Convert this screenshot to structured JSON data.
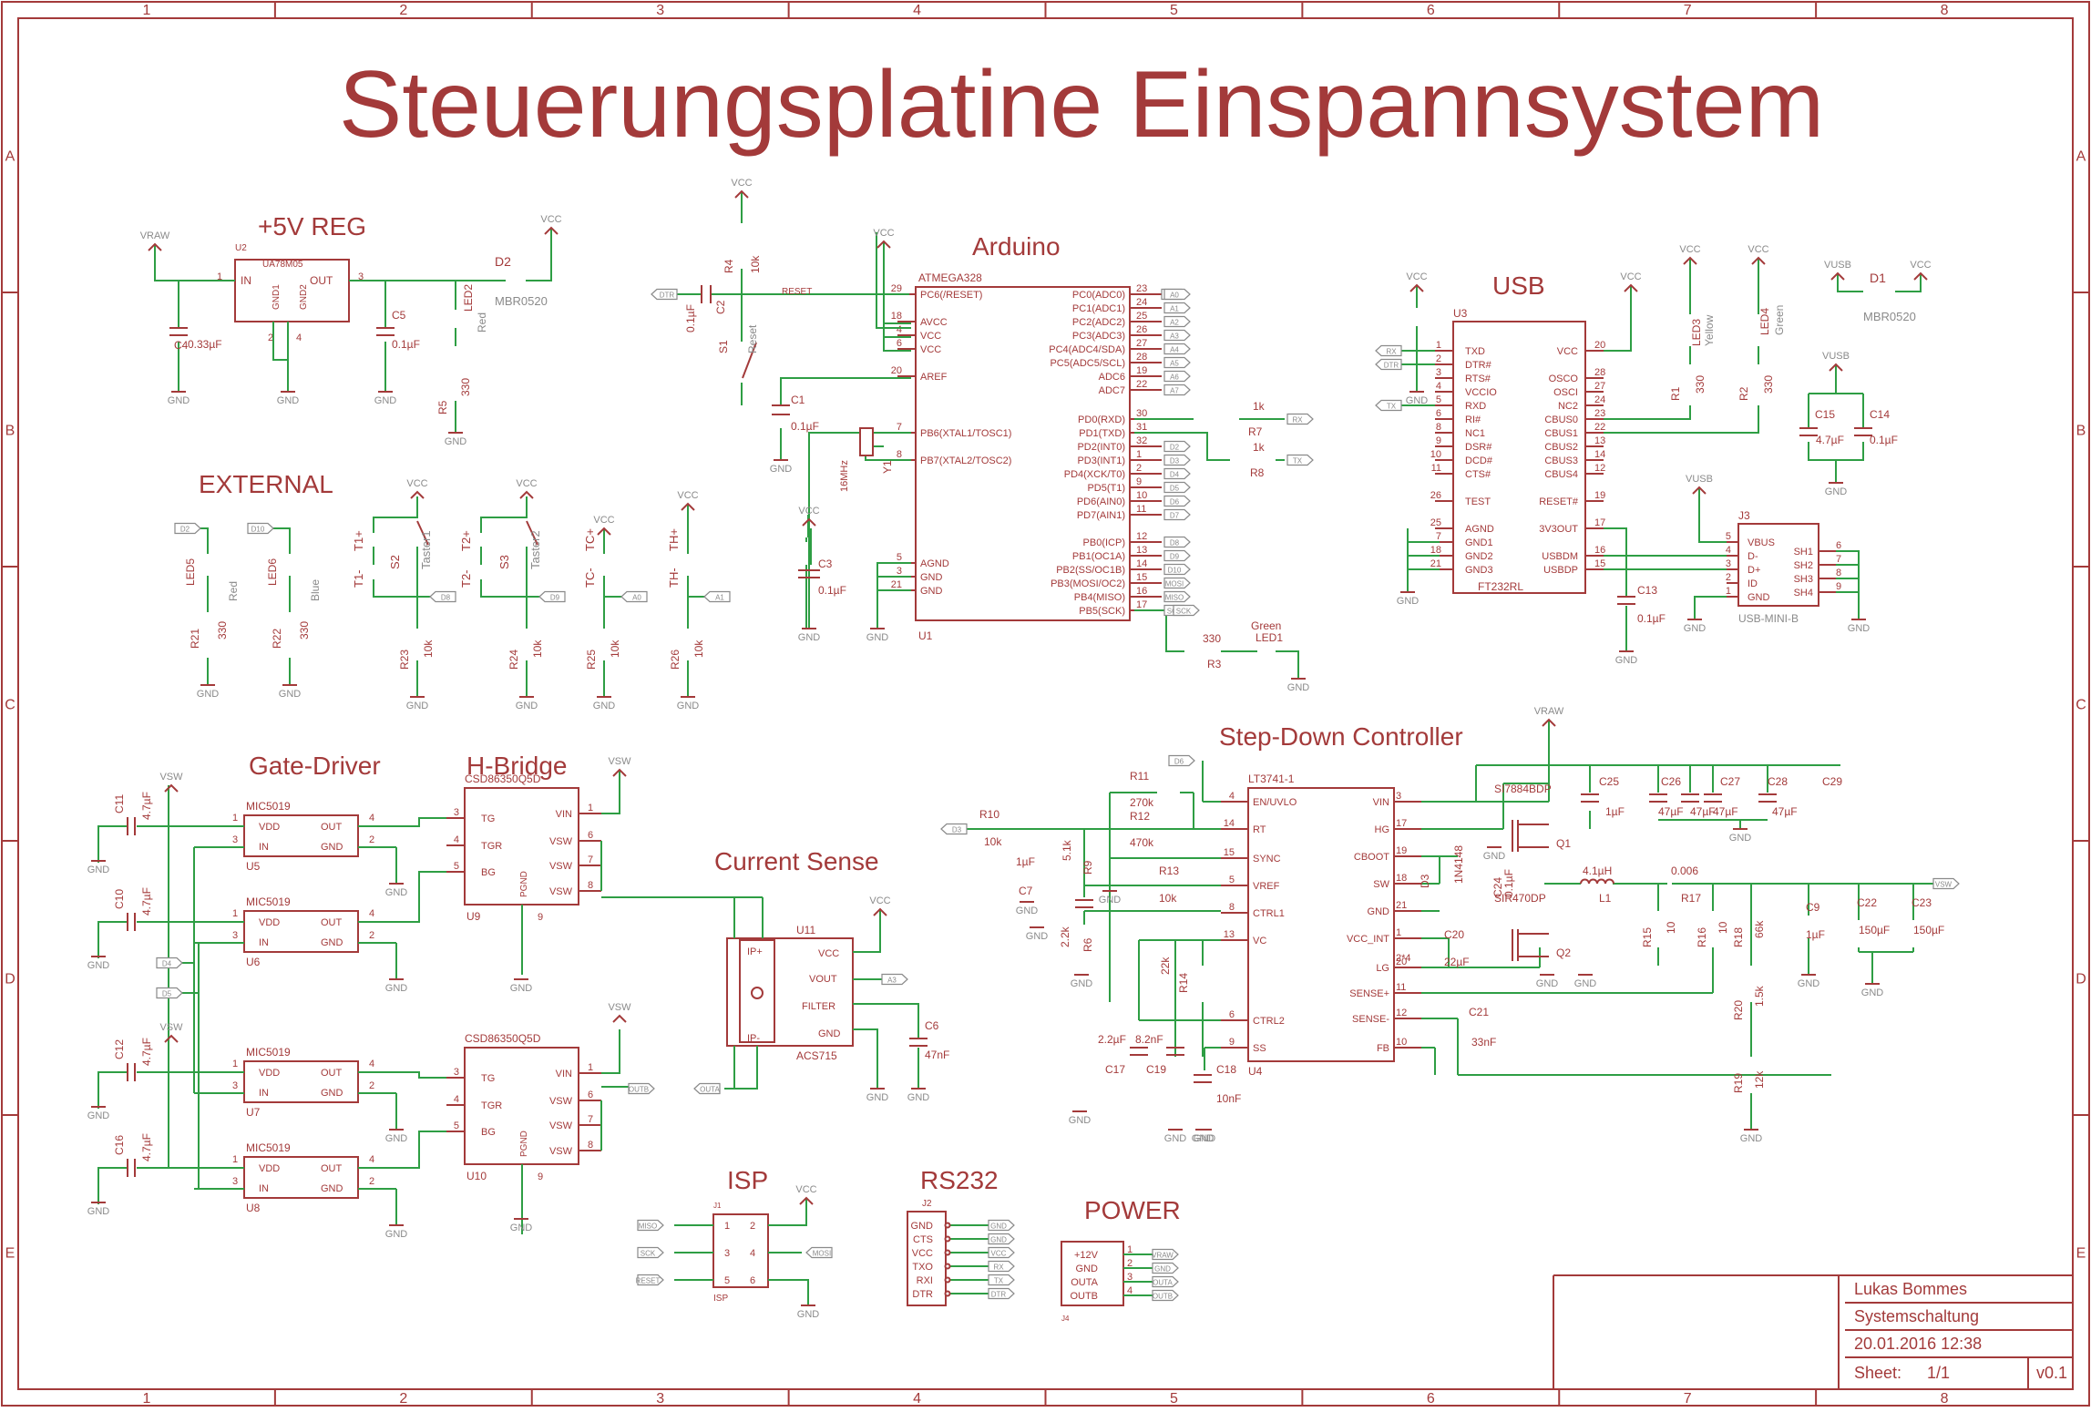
{
  "title": "Steuerungsplatine Einspannsystem",
  "frame": {
    "cols": [
      "1",
      "2",
      "3",
      "4",
      "5",
      "6",
      "7",
      "8"
    ],
    "rows": [
      "A",
      "B",
      "C",
      "D",
      "E"
    ]
  },
  "sections": {
    "reg": "+5V REG",
    "external": "EXTERNAL",
    "arduino": "Arduino",
    "usb": "USB",
    "gate": "Gate-Driver",
    "hbridge": "H-Bridge",
    "current": "Current Sense",
    "stepdown": "Step-Down Controller",
    "isp": "ISP",
    "rs232": "RS232",
    "power": "POWER"
  },
  "nets": {
    "vcc": "VCC",
    "gnd": "GND",
    "vraw": "VRAW",
    "vsw": "VSW",
    "vusb": "VUSB"
  },
  "reg": {
    "u2": "U2",
    "u2val": "UA78M05",
    "in": "IN",
    "out": "OUT",
    "gnd1": "GND1",
    "gnd2": "GND2",
    "p1": "1",
    "p3": "3",
    "p2": "2",
    "p4": "4",
    "c4": "C4",
    "c4v": "0.33µF",
    "c5": "C5",
    "c5v": "0.1µF",
    "d2": "D2",
    "d2v": "MBR0520",
    "led2": "LED2",
    "led2c": "Red",
    "r5": "R5",
    "r5v": "330"
  },
  "ext": {
    "d2": "D2",
    "d10": "D10",
    "led5": "LED5",
    "led5c": "Red",
    "led6": "LED6",
    "led6c": "Blue",
    "r21": "R21",
    "r22": "R22",
    "ohm330": "330",
    "t1p": "T1+",
    "t1m": "T1-",
    "s2": "S2",
    "taster1": "Taster1",
    "t2p": "T2+",
    "t2m": "T2-",
    "s3": "S3",
    "taster2": "Taster2",
    "tcp": "TC+",
    "tcm": "TC-",
    "thp": "TH+",
    "thm": "TH-",
    "d8": "D8",
    "d9": "D9",
    "a0": "A0",
    "a1": "A1",
    "r23": "R23",
    "r24": "R24",
    "r25": "R25",
    "r26": "R26",
    "k10": "10k"
  },
  "ard": {
    "part": "ATMEGA328",
    "u1": "U1",
    "left": [
      "PC6(/RESET)",
      "AVCC",
      "VCC",
      "VCC",
      "AREF",
      "PB6(XTAL1/TOSC1)",
      "PB7(XTAL2/TOSC2)",
      "AGND",
      "GND",
      "GND"
    ],
    "leftNums": [
      "29",
      "18",
      "4",
      "6",
      "20",
      "7",
      "8",
      "5",
      "3",
      "21"
    ],
    "right": [
      "PC0(ADC0)",
      "PC1(ADC1)",
      "PC2(ADC2)",
      "PC3(ADC3)",
      "PC4(ADC4/SDA)",
      "PC5(ADC5/SCL)",
      "ADC6",
      "ADC7",
      "PD0(RXD)",
      "PD1(TXD)",
      "PD2(INT0)",
      "PD3(INT1)",
      "PD4(XCK/T0)",
      "PD5(T1)",
      "PD6(AIN0)",
      "PD7(AIN1)",
      "PB0(ICP)",
      "PB1(OC1A)",
      "PB2(SS/OC1B)",
      "PB3(MOSI/OC2)",
      "PB4(MISO)",
      "PB5(SCK)"
    ],
    "rightNums": [
      "23",
      "24",
      "25",
      "26",
      "27",
      "28",
      "19",
      "22",
      "30",
      "31",
      "32",
      "1",
      "2",
      "9",
      "10",
      "11",
      "12",
      "13",
      "14",
      "15",
      "16",
      "17"
    ],
    "rightLabels": [
      "A0",
      "A1",
      "A2",
      "A3",
      "A4",
      "A5",
      "A6",
      "A7",
      "",
      "",
      "D2",
      "D3",
      "D4",
      "D5",
      "D6",
      "D7",
      "D8",
      "D9",
      "D10",
      "MOSI",
      "MISO",
      "SCK"
    ],
    "dtr": "DTR",
    "reset": "RESET",
    "c2": "C2",
    "c2v": "0.1µF",
    "r4": "R4",
    "r4v": "10k",
    "s1": "S1",
    "s1v": "Reset",
    "c1": "C1",
    "c1v": "0.1µF",
    "y1": "Y1",
    "y1v": "16MHz",
    "c3": "C3",
    "c3v": "0.1µF",
    "r7": "R7",
    "r8": "R8",
    "k1": "1k",
    "rx": "RX",
    "tx": "TX",
    "r3": "R3",
    "r3v": "330",
    "led1": "LED1",
    "led1c": "Green"
  },
  "usb": {
    "u3": "U3",
    "part": "FT232RL",
    "left": [
      "TXD",
      "DTR#",
      "RTS#",
      "VCCIO",
      "RXD",
      "RI#",
      "NC1",
      "DSR#",
      "DCD#",
      "CTS#",
      "TEST",
      "AGND",
      "GND1",
      "GND2",
      "GND3"
    ],
    "leftNums": [
      "1",
      "2",
      "3",
      "4",
      "5",
      "6",
      "8",
      "9",
      "10",
      "11",
      "26",
      "25",
      "7",
      "18",
      "21"
    ],
    "right": [
      "VCC",
      "OSCO",
      "OSCI",
      "NC2",
      "CBUS0",
      "CBUS1",
      "CBUS2",
      "CBUS3",
      "CBUS4",
      "RESET#",
      "3V3OUT",
      "USBDM",
      "USBDP"
    ],
    "rightNums": [
      "20",
      "28",
      "27",
      "24",
      "23",
      "22",
      "13",
      "14",
      "12",
      "19",
      "17",
      "16",
      "15"
    ],
    "rx": "RX",
    "dtr": "DTR",
    "tx": "TX",
    "led3": "LED3",
    "led3c": "Yellow",
    "led4": "LED4",
    "led4c": "Green",
    "r1": "R1",
    "r2": "R2",
    "ohm330": "330",
    "d1": "D1",
    "d1v": "MBR0520",
    "c15": "C15",
    "c15v": "4.7µF",
    "c14": "C14",
    "c14v": "0.1µF",
    "c13": "C13",
    "c13v": "0.1µF",
    "j3": "J3",
    "j3v": "USB-MINI-B",
    "jl": [
      "VBUS",
      "D-",
      "D+",
      "ID",
      "GND"
    ],
    "jn": [
      "5",
      "4",
      "3",
      "2",
      "1"
    ],
    "jr": [
      "SH1",
      "SH2",
      "SH3",
      "SH4"
    ],
    "jrn": [
      "6",
      "7",
      "8",
      "9"
    ]
  },
  "gate": {
    "part": "MIC5019",
    "vdd": "VDD",
    "in": "IN",
    "out": "OUT",
    "gnd": "GND",
    "units": [
      "U5",
      "U6",
      "U7",
      "U8"
    ],
    "caps": [
      "C11",
      "C10",
      "C12",
      "C16"
    ],
    "cv": "4.7µF",
    "d4": "D4",
    "d5": "D5"
  },
  "hb": {
    "part": "CSD86350Q5D",
    "u9": "U9",
    "u10": "U10",
    "pins": [
      "TG",
      "TGR",
      "BG",
      "VIN",
      "VSW",
      "VSW",
      "VSW",
      "PGND"
    ],
    "nums": [
      "3",
      "4",
      "5",
      "1",
      "6",
      "7",
      "8",
      "9"
    ],
    "outb": "OUTB"
  },
  "cs": {
    "u11": "U11",
    "part": "ACS715",
    "ip": "IP+",
    "im": "IP-",
    "vcc": "VCC",
    "vout": "VOUT",
    "filter": "FILTER",
    "gnd": "GND",
    "a3": "A3",
    "outa": "OUTA",
    "c6": "C6",
    "c6v": "47nF"
  },
  "sd": {
    "part": "LT3741-1",
    "u4": "U4",
    "d6": "D6",
    "d3": "D3",
    "left": [
      "EN/UVLO",
      "RT",
      "SYNC",
      "VREF",
      "CTRL1",
      "VC",
      "CTRL2",
      "SS"
    ],
    "leftNums": [
      "4",
      "14",
      "15",
      "5",
      "8",
      "13",
      "6",
      "9"
    ],
    "right": [
      "VIN",
      "HG",
      "CBOOT",
      "SW",
      "GND",
      "VCC_INT",
      "LG",
      "SENSE+",
      "SENSE-",
      "FB"
    ],
    "rightNums": [
      "3",
      "17",
      "19",
      "18",
      "21",
      "1",
      "20",
      "2*4",
      "11",
      "12",
      "10"
    ],
    "r10": "R10",
    "r10v": "10k",
    "r11": "R11",
    "r11v": "270k",
    "r12": "R12",
    "r12v": "470k",
    "r13": "R13",
    "r13v": "10k",
    "r9": "R9",
    "r9v": "5.1k",
    "r6": "R6",
    "r6v": "2.2k",
    "c7": "C7",
    "c7v": "1µF",
    "r14": "R14",
    "r14v": "22k",
    "c17": "C17",
    "c17v": "2.2µF",
    "c19": "C19",
    "c19v": "8.2nF",
    "c18": "C18",
    "c18v": "10nF",
    "q1": "Q1",
    "q1v": "SI7884BDP",
    "q2": "Q2",
    "q2v": "SIR470DP",
    "d3v": "1N4148",
    "c24": "C24",
    "c24v": "0.1µF",
    "c20": "C20",
    "c20v": "22µF",
    "c21": "C21",
    "c21v": "33nF",
    "l1": "L1",
    "l1v": "4.1µH",
    "r17": "R17",
    "r17v": "0.006",
    "c25": "C25",
    "c25v": "1µF",
    "c26": "C26",
    "c27": "C27",
    "c28": "C28",
    "c29": "C29",
    "c47": "47µF",
    "r15": "R15",
    "r16": "R16",
    "r10ohm": "10",
    "r18": "R18",
    "r18v": "66k",
    "r20": "R20",
    "r20v": "1.5k",
    "r19": "R19",
    "r19v": "12k",
    "c9": "C9",
    "c9v": "1µF",
    "c22": "C22",
    "c23": "C23",
    "c150": "150µF"
  },
  "isp": {
    "j1": "J1",
    "isp": "ISP",
    "l": [
      "MISO",
      "SCK",
      "RESET"
    ],
    "r": [
      "",
      "MOSI",
      ""
    ],
    "n": [
      "1",
      "2",
      "3",
      "4",
      "5",
      "6"
    ]
  },
  "rs": {
    "j2": "J2",
    "pins": [
      "GND",
      "CTS",
      "VCC",
      "TXO",
      "RXI",
      "DTR"
    ],
    "labels": [
      "GND",
      "GND",
      "VCC",
      "RX",
      "TX",
      "DTR"
    ]
  },
  "pw": {
    "j4": "J4",
    "pins": [
      "+12V",
      "GND",
      "OUTA",
      "OUTB"
    ],
    "nums": [
      "1",
      "2",
      "3",
      "4"
    ],
    "labels": [
      "VRAW",
      "GND",
      "OUTA",
      "OUTB"
    ]
  },
  "tb": {
    "author": "Lukas Bommes",
    "name": "Systemschaltung",
    "date": "20.01.2016 12:38",
    "sheet": "Sheet:",
    "sheetv": "1/1",
    "ver": "v0.1"
  }
}
